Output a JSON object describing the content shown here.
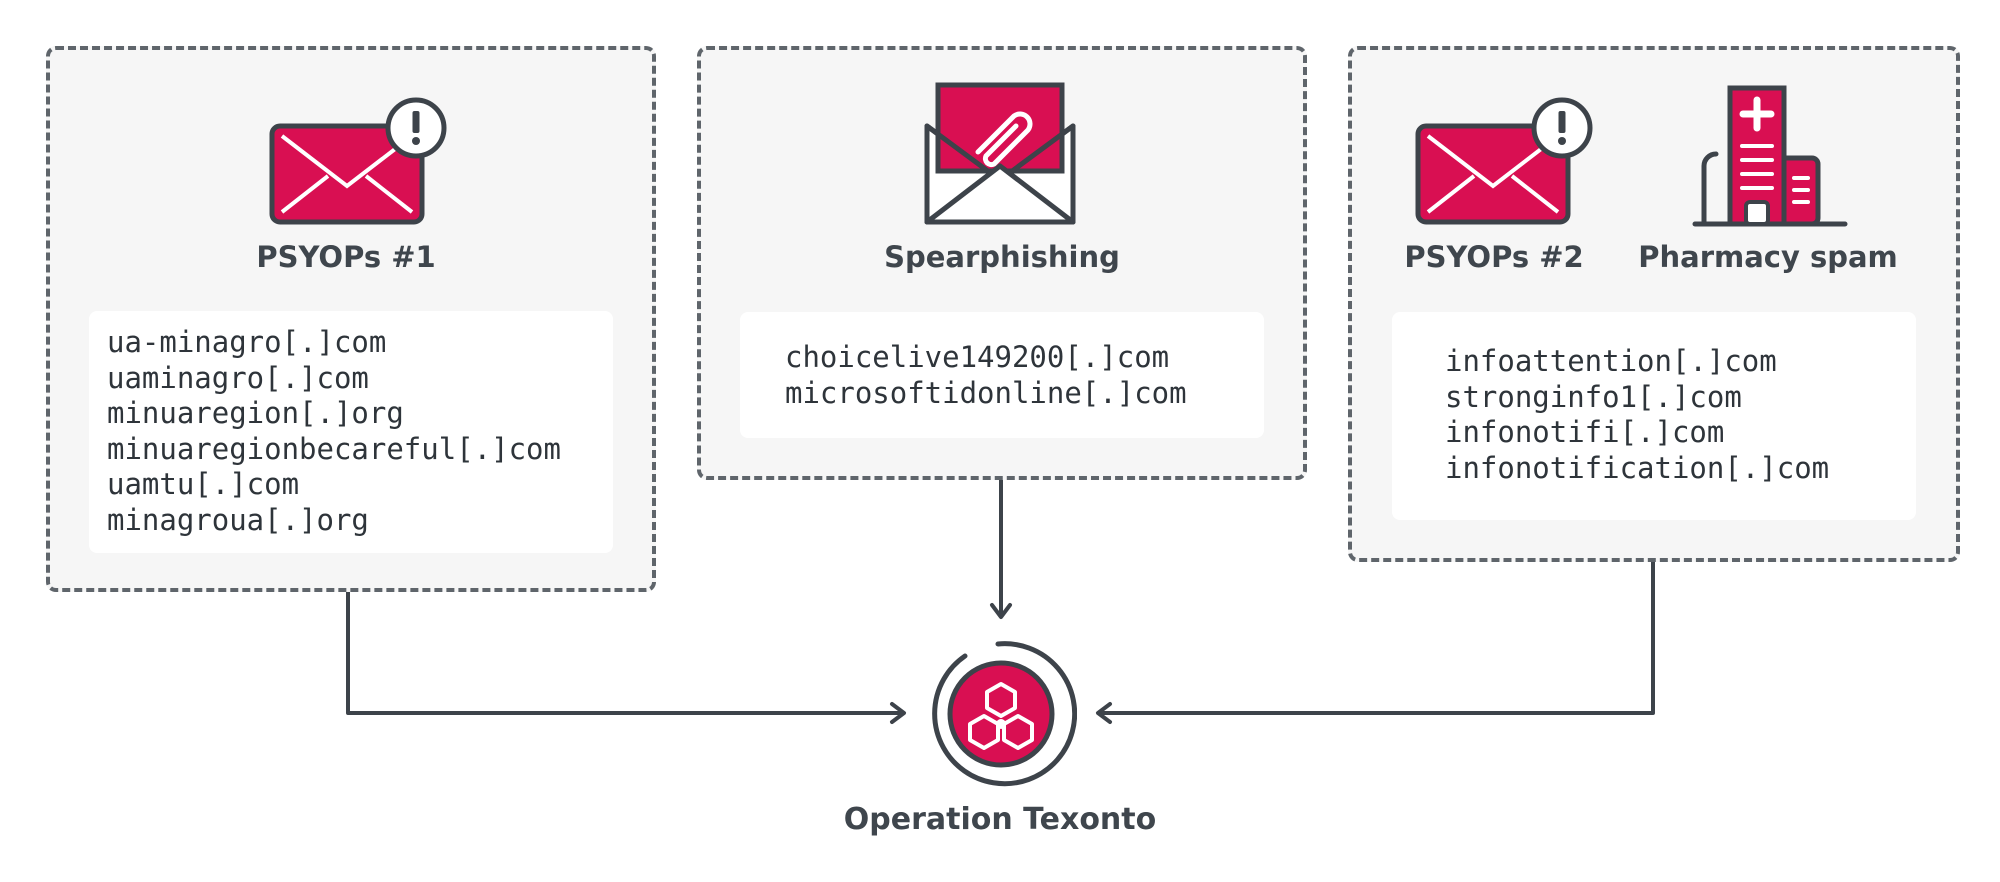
{
  "colors": {
    "accent": "#d90f52",
    "outline": "#3d434a",
    "panel_bg": "#f6f6f6",
    "border": "#5f656b"
  },
  "panels": [
    {
      "labels": [
        "PSYOPs #1"
      ],
      "icons": [
        "warning-envelope-icon"
      ],
      "domains": [
        "ua-minagro[.]com",
        "uaminagro[.]com",
        "minuaregion[.]org",
        "minuaregionbecareful[.]com",
        "uamtu[.]com",
        "minagroua[.]org"
      ]
    },
    {
      "labels": [
        "Spearphishing"
      ],
      "icons": [
        "envelope-with-attachment-icon"
      ],
      "domains": [
        "choicelive149200[.]com",
        "microsoftidonline[.]com"
      ]
    },
    {
      "labels": [
        "PSYOPs #2",
        "Pharmacy spam"
      ],
      "icons": [
        "warning-envelope-icon",
        "pharmacy-building-icon"
      ],
      "domains": [
        "infoattention[.]com",
        "stronginfo1[.]com",
        "infonotifi[.]com",
        "infonotification[.]com"
      ]
    }
  ],
  "target": {
    "label": "Operation Texonto",
    "icon": "biohazard-icon"
  }
}
